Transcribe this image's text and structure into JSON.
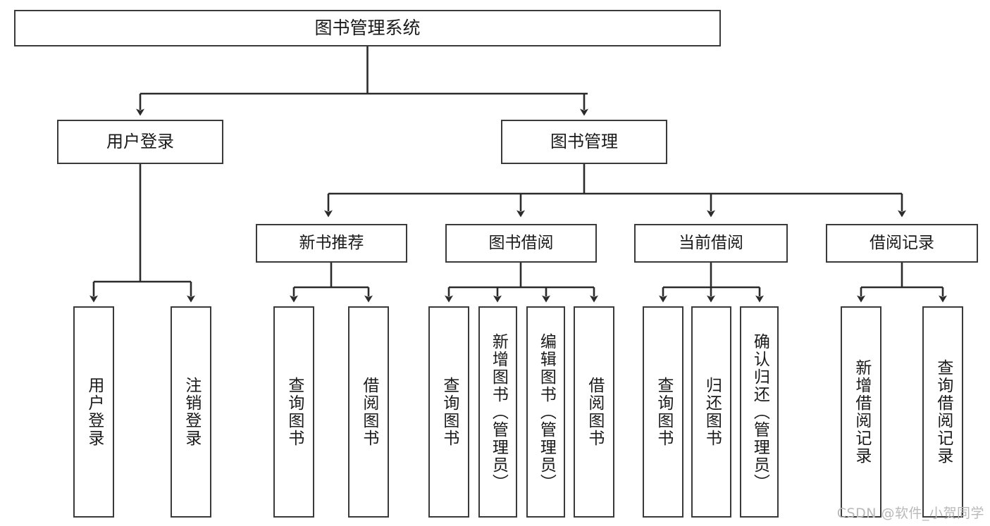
{
  "diagram": {
    "title": "图书管理系统",
    "watermark": "CSDN @软件_小贺同学",
    "colors": {
      "border": "#3a3a3a",
      "text": "#1a1a1a",
      "background": "#ffffff",
      "edge": "#2b2b2b",
      "watermark": "#b9b9b9"
    },
    "root": {
      "label": "图书管理系统"
    },
    "level2": [
      {
        "label": "用户登录"
      },
      {
        "label": "图书管理"
      }
    ],
    "level3": [
      {
        "label": "新书推荐"
      },
      {
        "label": "图书借阅"
      },
      {
        "label": "当前借阅"
      },
      {
        "label": "借阅记录"
      }
    ],
    "leaves": {
      "user_login": [
        {
          "label": "用户登录"
        },
        {
          "label": "注销登录"
        }
      ],
      "new_book_recommend": [
        {
          "label": "查询图书"
        },
        {
          "label": "借阅图书"
        }
      ],
      "book_borrow": [
        {
          "label": "查询图书"
        },
        {
          "label": "新增图书（管理员）"
        },
        {
          "label": "编辑图书（管理员）"
        },
        {
          "label": "借阅图书"
        }
      ],
      "current_borrow": [
        {
          "label": "查询图书"
        },
        {
          "label": "归还图书"
        },
        {
          "label": "确认归还（管理员）"
        }
      ],
      "borrow_record": [
        {
          "label": "新增借阅记录"
        },
        {
          "label": "查询借阅记录"
        }
      ]
    }
  }
}
